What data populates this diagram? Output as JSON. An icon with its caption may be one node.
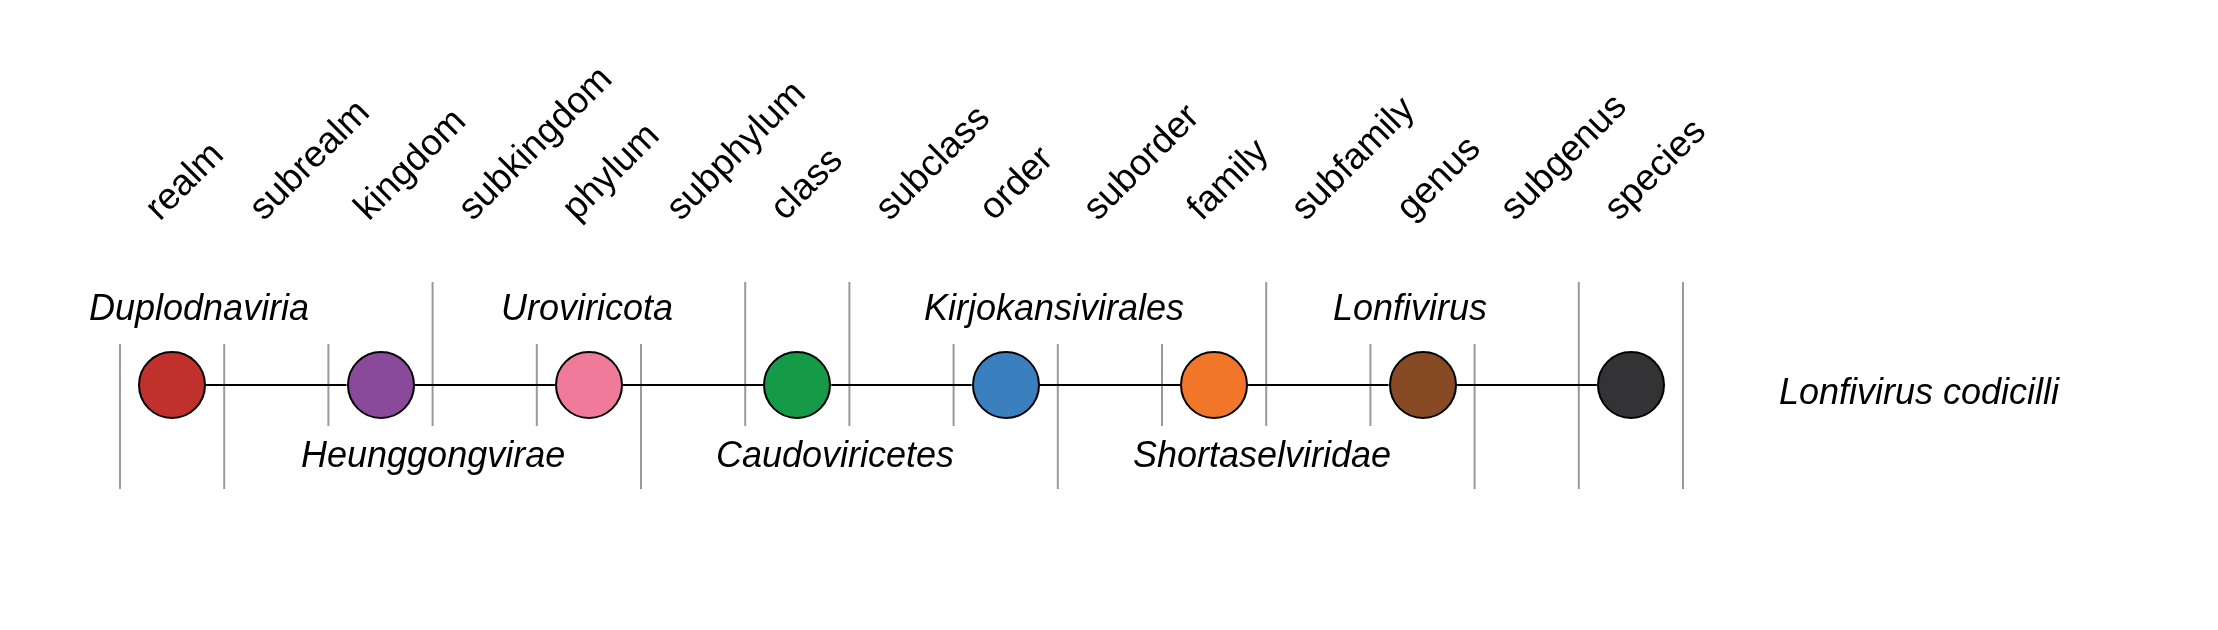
{
  "diagram": {
    "nodes": [
      {
        "text": [],
        "shape": "circle",
        "beside": [
          "Duplodnaviria"
        ]
      },
      {
        "text": [],
        "shape": "circle",
        "beside": [
          "Heunggongvirae"
        ]
      },
      {
        "text": [],
        "shape": "circle",
        "beside": [
          "Uroviricota"
        ]
      },
      {
        "text": [],
        "shape": "circle",
        "beside": [
          "Caudoviricetes"
        ]
      },
      {
        "text": [],
        "shape": "circle",
        "beside": [
          "Kirjokansivirales"
        ]
      },
      {
        "text": [],
        "shape": "circle",
        "beside": [
          "Shortaselviridae"
        ]
      },
      {
        "text": [],
        "shape": "circle",
        "beside": [
          "Lonfivirus"
        ]
      },
      {
        "text": [],
        "shape": "circle",
        "beside": [
          "Lonfivirus codicilli"
        ]
      }
    ],
    "edges": [
      {
        "from": 0,
        "to": 1,
        "arrow": "none"
      },
      {
        "from": 1,
        "to": 2,
        "arrow": "none"
      },
      {
        "from": 2,
        "to": 3,
        "arrow": "none"
      },
      {
        "from": 3,
        "to": 4,
        "arrow": "none"
      },
      {
        "from": 4,
        "to": 5,
        "arrow": "none"
      },
      {
        "from": 5,
        "to": 6,
        "arrow": "none"
      },
      {
        "from": 6,
        "to": 7,
        "arrow": "none"
      }
    ],
    "labels": [
      "realm",
      "subrealm",
      "kingdom",
      "subkingdom",
      "phylum",
      "subphylum",
      "class",
      "subclass",
      "order",
      "suborder",
      "family",
      "subfamily",
      "genus",
      "subgenus",
      "species"
    ]
  }
}
